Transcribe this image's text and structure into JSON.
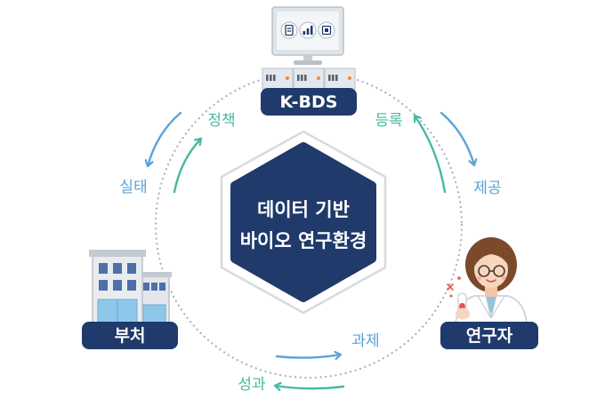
{
  "diagram": {
    "center": {
      "line1": "데이터 기반",
      "line2": "바이오 연구환경"
    },
    "nodes": {
      "system": {
        "label": "K-BDS"
      },
      "ministry": {
        "label": "부처"
      },
      "researcher": {
        "label": "연구자"
      }
    },
    "flows": {
      "policy": "정책",
      "registration": "등록",
      "provision": "제공",
      "status": "실태",
      "project": "과제",
      "outcome": "성과"
    }
  },
  "colors": {
    "navy": "#1f3a6b",
    "blue": "#5aa3d6",
    "teal": "#46b9a2"
  },
  "icons": [
    "monitor-icon",
    "document-icon",
    "bar-chart-icon",
    "chip-icon",
    "server-icon",
    "building-icon",
    "researcher-icon",
    "test-tube-icon",
    "sparkle-icon"
  ]
}
